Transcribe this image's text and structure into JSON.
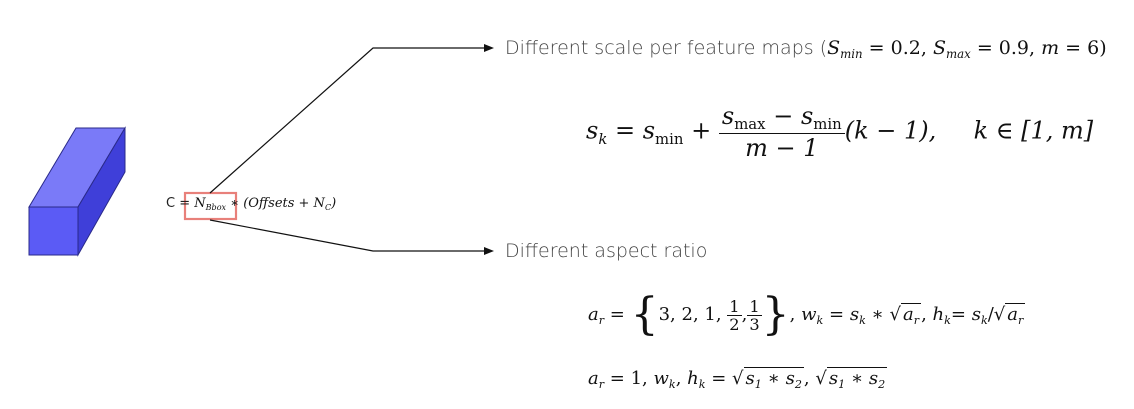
{
  "box_color_front": "#5b5bf5",
  "box_color_side": "#3f3fd9",
  "box_color_top": "#7a7af8",
  "highlight_color": "#e8807a",
  "line_color": "#111111",
  "c_label": "C",
  "c_eq": "=",
  "n_bbox": "N",
  "n_bbox_sub": "Bbox",
  "c_rest": "∗ (Offsets + N",
  "c_rest_sub": "C",
  "c_close": ")",
  "top_branch": {
    "label": "Different scale per feature maps (",
    "smin": "S",
    "smin_sub": "min",
    "smin_val": " = 0.2,  ",
    "smax": "S",
    "smax_sub": "max",
    "smax_val": " = 0.9,  ",
    "m": "m",
    "m_val": " = 6)"
  },
  "scale_formula": {
    "sk": "s",
    "k": "k",
    "eq": " = ",
    "s": "s",
    "min": "min",
    "plus": " + ",
    "num_s1": "s",
    "num_max": "max",
    "num_minus": " − ",
    "num_s2": "s",
    "num_min": "min",
    "den": "m − 1",
    "tail": "(k − 1),",
    "range": "k ∈ [1, m]"
  },
  "bottom_branch": {
    "label": "Different aspect ratio"
  },
  "aspect_formula": {
    "ar": "a",
    "r": "r",
    "eq": " = ",
    "set_a": "3, 2, 1, ",
    "f1_num": "1",
    "f1_den": "2",
    "comma": ",",
    "f2_num": "1",
    "f2_den": "3",
    "after_set": ",  ",
    "wk": "w",
    "wk_sub": "k",
    "wk_eq": " = s",
    "wk_s_sub": "k",
    "wk_mul": " ∗ ",
    "sqrt_a": "a",
    "sqrt_r": "r",
    "sep": ",  ",
    "hk": "h",
    "hk_sub": "k",
    "hk_eq": "= s",
    "hk_s_sub": "k",
    "hk_div": "/"
  },
  "aspect_formula2": {
    "ar": "a",
    "r": "r",
    "eq1": " = 1, ",
    "w": "w",
    "w_sub": "k",
    "comma": ", ",
    "h": "h",
    "h_sub": "k",
    "eq2": " = ",
    "s1": "s",
    "s1_sub": "1",
    "mul": " ∗ ",
    "s2": "s",
    "s2_sub": "2",
    "comma2": ", "
  }
}
